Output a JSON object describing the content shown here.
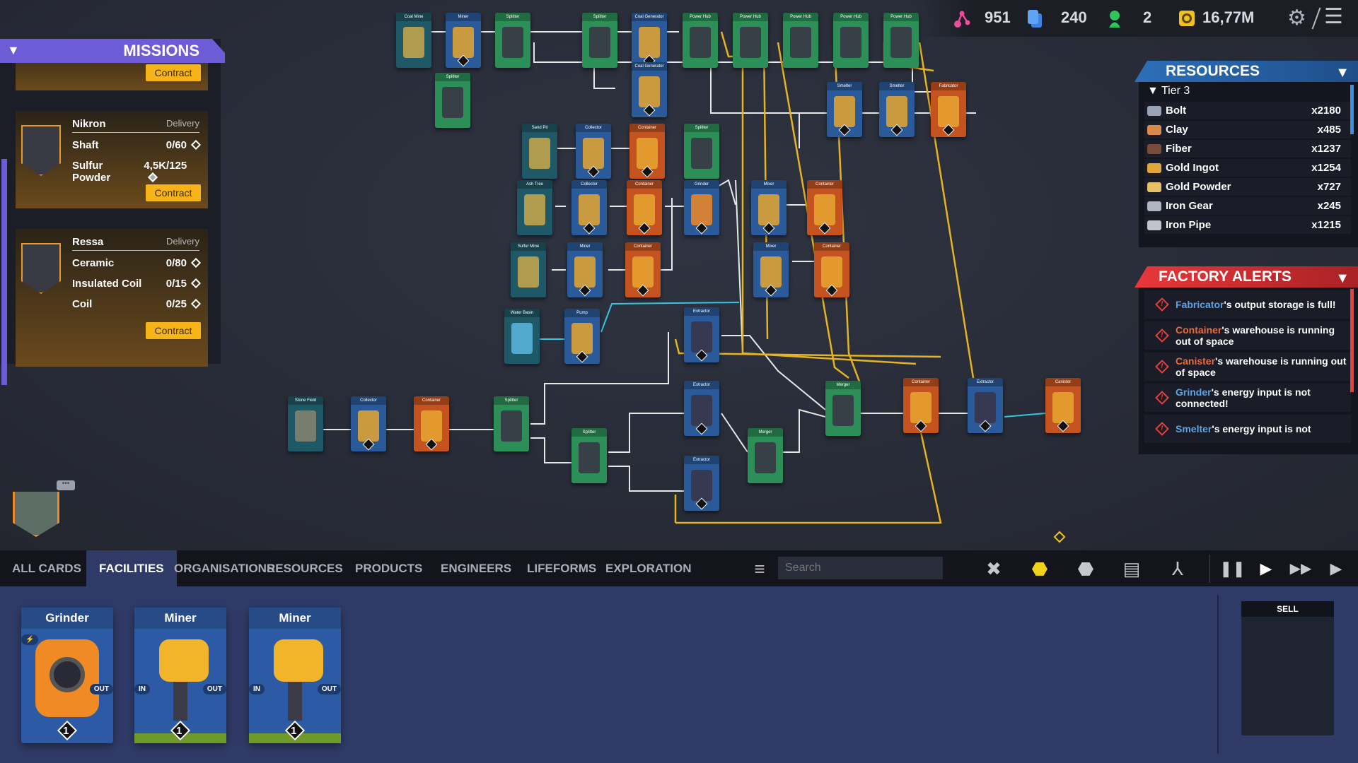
{
  "topbar": {
    "research": "951",
    "cards": "240",
    "engineers": "2",
    "credits": "16,77M",
    "icons": [
      "research-node-icon",
      "cards-icon",
      "engineer-icon",
      "credits-icon",
      "settings-icon",
      "menu-icon"
    ]
  },
  "missions": {
    "title": "MISSIONS",
    "contract_label": "Contract",
    "items": [
      {
        "name": "Nikron",
        "type": "Delivery",
        "rows": [
          {
            "item": "Shaft",
            "progress": "0/60"
          },
          {
            "item": "Sulfur Powder",
            "progress": "4,5K/125"
          }
        ]
      },
      {
        "name": "Ressa",
        "type": "Delivery",
        "rows": [
          {
            "item": "Ceramic",
            "progress": "0/80"
          },
          {
            "item": "Insulated Coil",
            "progress": "0/15"
          },
          {
            "item": "Coil",
            "progress": "0/25"
          }
        ]
      }
    ]
  },
  "graph": {
    "nodes": [
      {
        "label": "Coal Mine"
      },
      {
        "label": "Miner"
      },
      {
        "label": "Splitter"
      },
      {
        "label": "Splitter"
      },
      {
        "label": "Coal Generator"
      },
      {
        "label": "Power Hub"
      },
      {
        "label": "Power Hub"
      },
      {
        "label": "Power Hub"
      },
      {
        "label": "Power Hub"
      },
      {
        "label": "Power Hub"
      },
      {
        "label": "Coal Generator"
      },
      {
        "label": "Splitter"
      },
      {
        "label": "Smelter"
      },
      {
        "label": "Smelter"
      },
      {
        "label": "Fabricator"
      },
      {
        "label": "Sand Pit"
      },
      {
        "label": "Collector"
      },
      {
        "label": "Container"
      },
      {
        "label": "Splitter"
      },
      {
        "label": "Ash Tree"
      },
      {
        "label": "Collector"
      },
      {
        "label": "Container"
      },
      {
        "label": "Grinder"
      },
      {
        "label": "Mixer"
      },
      {
        "label": "Container"
      },
      {
        "label": "Sulfur Mine"
      },
      {
        "label": "Miner"
      },
      {
        "label": "Container"
      },
      {
        "label": "Mixer"
      },
      {
        "label": "Container"
      },
      {
        "label": "Water Basin"
      },
      {
        "label": "Pump"
      },
      {
        "label": "Extractor"
      },
      {
        "label": "Stone Field"
      },
      {
        "label": "Collector"
      },
      {
        "label": "Container"
      },
      {
        "label": "Splitter"
      },
      {
        "label": "Splitter"
      },
      {
        "label": "Extractor"
      },
      {
        "label": "Merger"
      },
      {
        "label": "Merger"
      },
      {
        "label": "Container"
      },
      {
        "label": "Extractor"
      },
      {
        "label": "Canister"
      },
      {
        "label": "Extractor"
      }
    ]
  },
  "resources": {
    "title": "RESOURCES",
    "tier": "Tier 3",
    "items": [
      {
        "name": "Bolt",
        "count": "x2180",
        "color": "#9aa3b5"
      },
      {
        "name": "Clay",
        "count": "x485",
        "color": "#d98a4a"
      },
      {
        "name": "Fiber",
        "count": "x1237",
        "color": "#7a4a3a"
      },
      {
        "name": "Gold Ingot",
        "count": "x1254",
        "color": "#e0a63a"
      },
      {
        "name": "Gold Powder",
        "count": "x727",
        "color": "#e6c067"
      },
      {
        "name": "Iron Gear",
        "count": "x245",
        "color": "#b0b4c0"
      },
      {
        "name": "Iron Pipe",
        "count": "x1215",
        "color": "#c0c4cc"
      }
    ]
  },
  "alerts": {
    "title": "FACTORY ALERTS",
    "items": [
      {
        "subject": "Fabricator",
        "text": "'s output storage is full!",
        "color": "#5aa3e6"
      },
      {
        "subject": "Container",
        "text": "'s warehouse is running out of space",
        "color": "#ef6a3a"
      },
      {
        "subject": "Canister",
        "text": "'s warehouse is running out of space",
        "color": "#ef6a3a"
      },
      {
        "subject": "Grinder",
        "text": "'s energy input is not connected!",
        "color": "#5aa3e6"
      },
      {
        "subject": "Smelter",
        "text": "'s energy input is not",
        "color": "#5aa3e6"
      }
    ]
  },
  "tabs": [
    "ALL CARDS",
    "FACILITIES",
    "ORGANISATIONS",
    "RESOURCES",
    "PRODUCTS",
    "ENGINEERS",
    "LIFEFORMS",
    "EXPLORATION"
  ],
  "search": {
    "placeholder": "Search"
  },
  "hand": {
    "cards": [
      {
        "title": "Grinder",
        "level": "1",
        "out": "OUT"
      },
      {
        "title": "Miner",
        "level": "1",
        "in": "IN",
        "out": "OUT"
      },
      {
        "title": "Miner",
        "level": "1",
        "in": "IN",
        "out": "OUT"
      }
    ],
    "in_label": "IN",
    "out_label": "OUT"
  },
  "sell": {
    "label": "SELL"
  }
}
